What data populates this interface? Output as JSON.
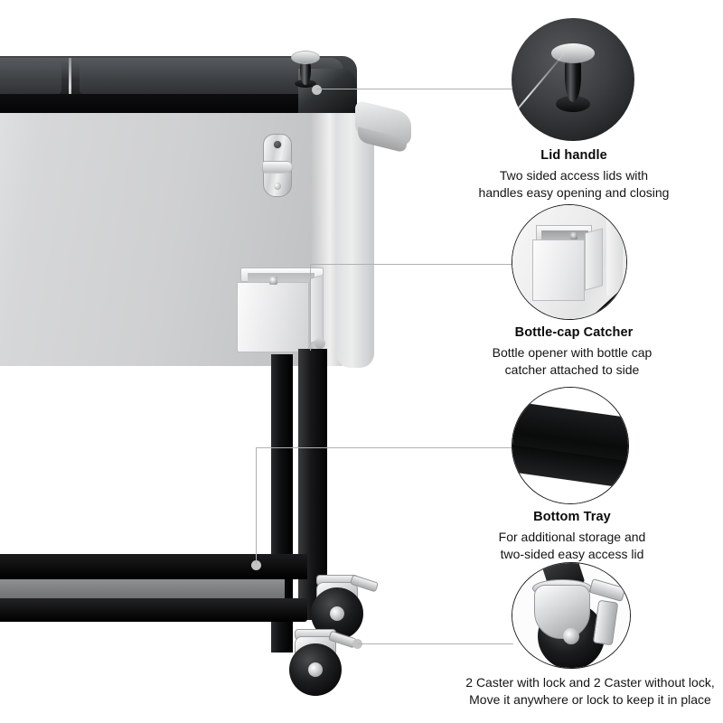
{
  "page": {
    "title": "Rolling Cooler Cart Feature Callouts",
    "background_color": "#ffffff"
  },
  "product": {
    "name": "rolling-patio-cooler-cart",
    "body_color": "#d2d3d4",
    "lid_color": "#0a0b0c",
    "frame_color": "#000000",
    "parts": [
      {
        "name": "lid",
        "label": "Two-sided black lid"
      },
      {
        "name": "knob",
        "label": "Chrome lid knob"
      },
      {
        "name": "side-handle",
        "label": "Side carry handle"
      },
      {
        "name": "bottle-opener",
        "label": "Chrome bottle opener"
      },
      {
        "name": "cap-catcher",
        "label": "Bottle cap catcher box"
      },
      {
        "name": "frame-legs",
        "label": "Black steel legs"
      },
      {
        "name": "bottom-tray",
        "label": "Black bottom tray"
      },
      {
        "name": "casters",
        "label": "Swivel casters"
      }
    ]
  },
  "callouts": [
    {
      "id": "lid-handle",
      "title": "Lid handle",
      "lines": [
        "Two sided access lids with",
        "handles easy opening and closing"
      ],
      "circle_style": "dark"
    },
    {
      "id": "bottle-cap-catcher",
      "title": "Bottle-cap Catcher",
      "lines": [
        "Bottle opener with bottle cap",
        "catcher attached to side"
      ],
      "circle_style": "light"
    },
    {
      "id": "bottom-tray",
      "title": "Bottom Tray",
      "lines": [
        "For additional storage and",
        "two-sided easy access lid"
      ],
      "circle_style": "light"
    },
    {
      "id": "casters",
      "title": "",
      "lines": [
        "2 Caster with lock and 2 Caster without lock,",
        "Move it anywhere or lock to keep it in place"
      ],
      "circle_style": "light"
    }
  ],
  "colors": {
    "leader_line": "#b0b1b3",
    "text": "#141414",
    "circle_border": "#1b1b1b"
  }
}
